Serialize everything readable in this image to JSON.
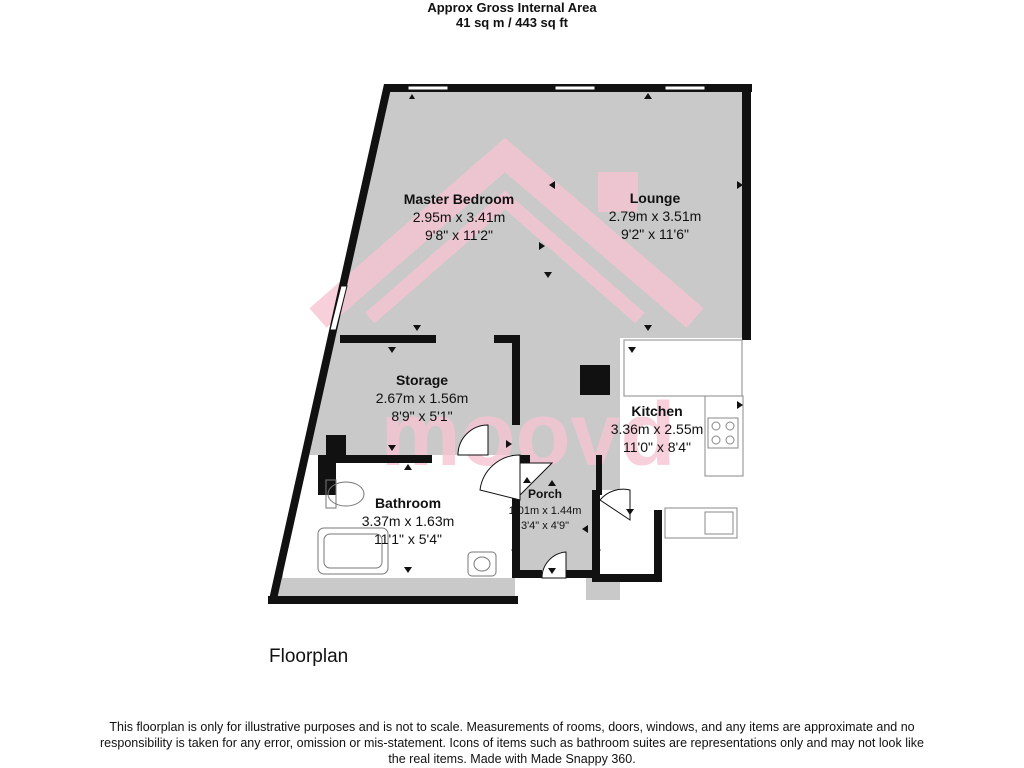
{
  "header": {
    "line1": "Approx Gross Internal Area",
    "line2": "41 sq m / 443 sq ft"
  },
  "rooms": {
    "master_bedroom": {
      "name": "Master Bedroom",
      "metric": "2.95m x 3.41m",
      "imperial": "9'8\" x 11'2\""
    },
    "lounge": {
      "name": "Lounge",
      "metric": "2.79m x 3.51m",
      "imperial": "9'2\" x 11'6\""
    },
    "storage": {
      "name": "Storage",
      "metric": "2.67m x 1.56m",
      "imperial": "8'9\" x 5'1\""
    },
    "kitchen": {
      "name": "Kitchen",
      "metric": "3.36m x 2.55m",
      "imperial": "11'0\" x 8'4\""
    },
    "bathroom": {
      "name": "Bathroom",
      "metric": "3.37m x 1.63m",
      "imperial": "11'1\" x 5'4\""
    },
    "porch": {
      "name": "Porch",
      "metric": "1.01m x 1.44m",
      "imperial": "3'4\" x 4'9\""
    }
  },
  "watermark": {
    "text": "moovd",
    "color": "#f7c5d3"
  },
  "colors": {
    "floor": "#c9c9c9",
    "wall": "#111111"
  },
  "caption": "Floorplan",
  "disclaimer": "This floorplan is only for illustrative purposes and is not to scale. Measurements of rooms, doors, windows, and any items are approximate and no responsibility is taken for any error, omission or mis-statement. Icons of items such as bathroom suites are representations only and may not look like the real items. Made with Made Snappy 360."
}
